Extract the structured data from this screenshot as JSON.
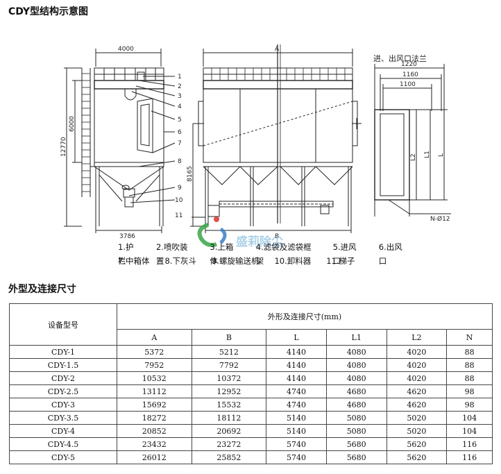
{
  "title_diagram": "CDY型结构示意图",
  "title_table": "外型及连接尺寸",
  "diagram": {
    "dim_4000": "4000",
    "dim_A": "A",
    "dim_B": "B",
    "dim_3786": "3786",
    "dim_6000": "6000",
    "dim_12770": "12770",
    "dim_8165": "8165",
    "flange_label": "进、出风口法兰",
    "dim_1220": "1220",
    "dim_1160": "1160",
    "dim_1100": "1100",
    "dim_L2": "L2",
    "dim_L1": "L1",
    "dim_L": "L",
    "dim_N": "N-Ø12",
    "callouts": [
      "1",
      "2",
      "3",
      "4",
      "5",
      "6",
      "7",
      "8",
      "9",
      "10",
      "11"
    ]
  },
  "legend": {
    "row1": [
      "1.护栏",
      "2.喷吹装置",
      "3.上箱体",
      "4.滤袋及滤袋框架",
      "5.进风口",
      "6.出风口"
    ],
    "row2": [
      "7.中箱体",
      "8.下灰斗",
      "9.螺旋输送机",
      "10.卸料器",
      "11.梯子"
    ]
  },
  "watermark_text": "盛莉除尘",
  "table": {
    "model_header": "设备型号",
    "group_header": "外形及连接尺寸(mm)",
    "columns": [
      "A",
      "B",
      "L",
      "L1",
      "L2",
      "N"
    ],
    "rows": [
      {
        "model": "CDY-1",
        "A": "5372",
        "B": "5212",
        "L": "4140",
        "L1": "4080",
        "L2": "4020",
        "N": "88"
      },
      {
        "model": "CDY-1.5",
        "A": "7952",
        "B": "7792",
        "L": "4140",
        "L1": "4080",
        "L2": "4020",
        "N": "88"
      },
      {
        "model": "CDY-2",
        "A": "10532",
        "B": "10372",
        "L": "4140",
        "L1": "4080",
        "L2": "4020",
        "N": "88"
      },
      {
        "model": "CDY-2.5",
        "A": "13112",
        "B": "12952",
        "L": "4740",
        "L1": "4680",
        "L2": "4620",
        "N": "98"
      },
      {
        "model": "CDY-3",
        "A": "15692",
        "B": "15532",
        "L": "4740",
        "L1": "4680",
        "L2": "4620",
        "N": "98"
      },
      {
        "model": "CDY-3.5",
        "A": "18272",
        "B": "18112",
        "L": "5140",
        "L1": "5080",
        "L2": "5020",
        "N": "104"
      },
      {
        "model": "CDY-4",
        "A": "20852",
        "B": "20692",
        "L": "5140",
        "L1": "5080",
        "L2": "5020",
        "N": "104"
      },
      {
        "model": "CDY-4.5",
        "A": "23432",
        "B": "23272",
        "L": "5740",
        "L1": "5680",
        "L2": "5620",
        "N": "116"
      },
      {
        "model": "CDY-5",
        "A": "26012",
        "B": "25852",
        "L": "5740",
        "L1": "5680",
        "L2": "5620",
        "N": "116"
      }
    ]
  },
  "colors": {
    "line": "#222222",
    "watermark_green": "#3aa64a",
    "watermark_blue": "#3a7fc4",
    "watermark_red": "#e0302a"
  }
}
